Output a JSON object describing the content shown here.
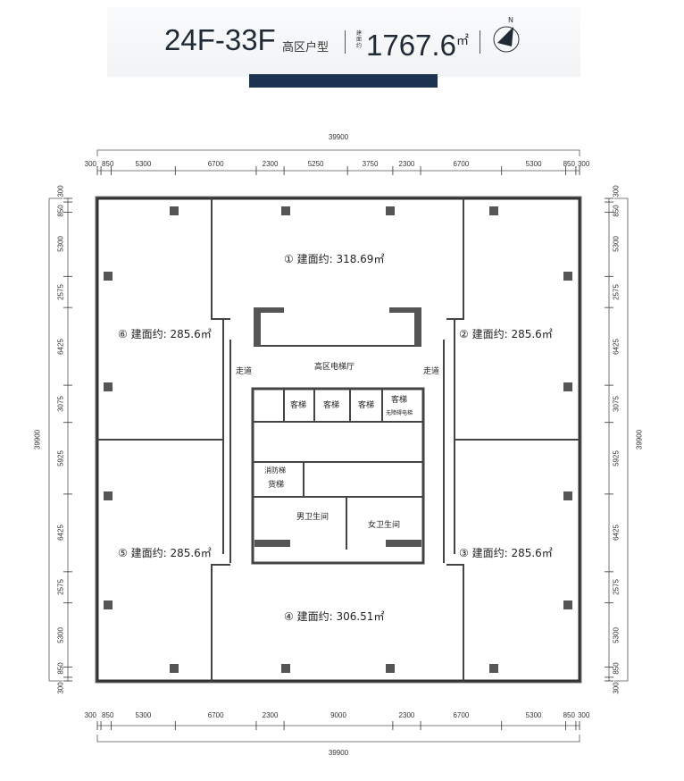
{
  "header": {
    "floors": "24F-33F",
    "type_label": "高区户型",
    "area_prefix": "建面约",
    "area_value": "1767.6",
    "area_unit": "㎡",
    "compass_label": "N",
    "accent_color": "#1b3350"
  },
  "dimensions": {
    "total": "39900",
    "top_segments": [
      "300",
      "850",
      "5300",
      "6700",
      "2300",
      "5250",
      "3750",
      "2300",
      "6700",
      "5300",
      "850",
      "300"
    ],
    "bottom_segments": [
      "300",
      "850",
      "5300",
      "6700",
      "2300",
      "9000",
      "2300",
      "6700",
      "5300",
      "850",
      "300"
    ],
    "side_segments": [
      "300",
      "850",
      "5300",
      "2575",
      "6425",
      "3075",
      "5925",
      "6425",
      "2575",
      "5300",
      "850",
      "300"
    ]
  },
  "units": [
    {
      "num": "①",
      "label": "建面约: 318.69㎡"
    },
    {
      "num": "②",
      "label": "建面约: 285.6㎡"
    },
    {
      "num": "③",
      "label": "建面约: 285.6㎡"
    },
    {
      "num": "④",
      "label": "建面约: 306.51㎡"
    },
    {
      "num": "⑤",
      "label": "建面约: 285.6㎡"
    },
    {
      "num": "⑥",
      "label": "建面约: 285.6㎡"
    }
  ],
  "core": {
    "lobby": "高区电梯厅",
    "corridor": "走道",
    "elevator": "客梯",
    "accessible_elevator": "无障碍电梯",
    "fire_elevator": "消防梯",
    "freight_elevator": "货梯",
    "mens_room": "男卫生间",
    "womens_room": "女卫生间"
  }
}
